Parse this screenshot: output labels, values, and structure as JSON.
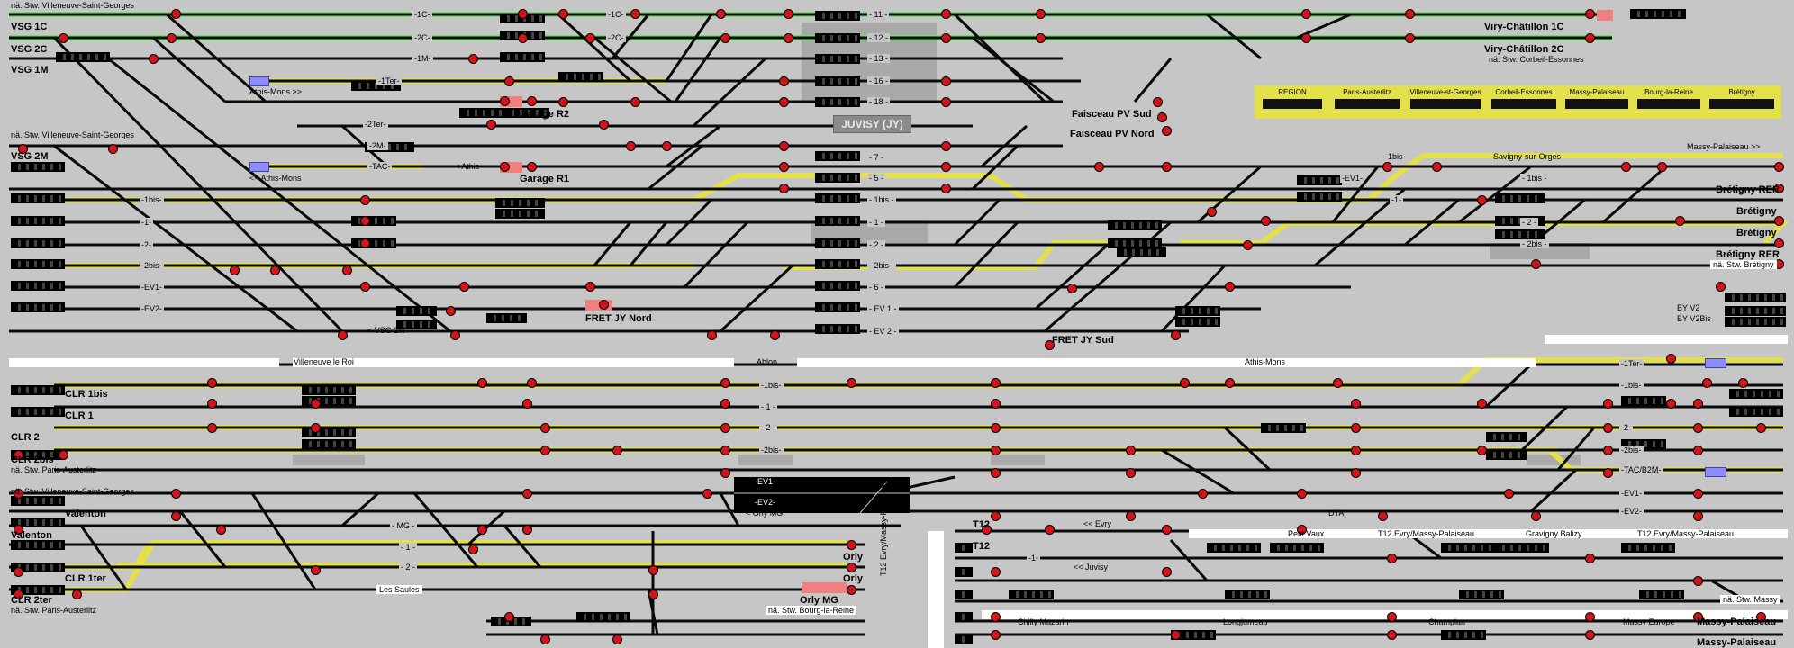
{
  "colors": {
    "background": "#c6c6c6",
    "track_base": "#0a0a0a",
    "track_green": "#6fe06a",
    "track_yellow": "#e3e04c",
    "signal_red": "#d0151b",
    "region_bg": "#e3e04c",
    "alarm_pink": "#f08080",
    "route_blue": "#8c8cff"
  },
  "stations": {
    "vsg1c": "VSG 1C",
    "vsg2c": "VSG 2C",
    "vsg1m": "VSG 1M",
    "vsg2m": "VSG 2M",
    "garage_r2": "Garage R2",
    "garage_r1": "Garage R1",
    "juvisy": "JUVISY (JY)",
    "faisceau_pv_sud": "Faisceau PV Sud",
    "faisceau_pv_nord": "Faisceau PV Nord",
    "viry_1c": "Viry-Châtillon 1C",
    "viry_2c": "Viry-Châtillon 2C",
    "bretigny_rer_1": "Brétigny RER",
    "bretigny_1": "Brétigny",
    "bretigny_2": "Brétigny",
    "bretigny_rer_2": "Brétigny RER",
    "fret_jy_nord": "FRET JY Nord",
    "fret_jy_sud": "FRET JY Sud",
    "clr1bis": "CLR 1bis",
    "clr1": "CLR 1",
    "clr2": "CLR 2",
    "clr2bis": "CLR 2bis",
    "valenton_1": "Valenton",
    "valenton_2": "Valenton",
    "clr1ter": "CLR 1ter",
    "clr2ter": "CLR 2ter",
    "orly_1": "Orly",
    "orly_2": "Orly",
    "orly_mg": "Orly MG",
    "t12_1": "T12",
    "t12_2": "T12",
    "massy_palaiseau_1": "Massy-Palaiseau",
    "massy_palaiseau_2": "Massy-Palaiseau"
  },
  "small_labels": {
    "na_vsg_top": "nä. Stw. Villeneuve-Saint-Georges",
    "na_vsg_mid": "nä. Stw. Villeneuve-Saint-Georges",
    "na_vsg_low": "nä. Stw. Villeneuve-Saint-Georges",
    "na_corbeil": "nä. Stw. Corbeil-Essonnes",
    "na_bretigny": "nä. Stw. Brétigny",
    "na_paris_austerlitz_1": "nä. Stw. Paris-Austerlitz",
    "na_paris_austerlitz_2": "nä. Stw. Paris-Austerlitz",
    "na_bourg_la_reine": "nä. Stw. Bourg-la-Reine",
    "na_massy": "nä. Stw. Massy",
    "athis_mons_out": "Athis-Mons >>",
    "athis_mons_in": "<< Athis-Mons",
    "athis_short": "< Athis",
    "vsg2m_short": "< VSG 2M",
    "massy_palaiseau_out": "Massy-Palaiseau >>",
    "savigny": "Savigny-sur-Orges",
    "by_v2": "BY V2",
    "by_v2bis": "BY V2Bis",
    "orly_mg_short": "< Orly MG",
    "evry_in": "<< Evry",
    "juvisy_in": "<< Juvisy",
    "t12_evry_vertical": "T12 Evry/Massy-Palaiseau",
    "dta": "DTA"
  },
  "band_labels": {
    "villeneuve_le_roi": "Villeneuve le Roi",
    "ablon": "Ablon",
    "athis_mons": "Athis-Mons",
    "petit_vaux": "Petit Vaux",
    "t12_evry_1": "T12 Evry/Massy-Palaiseau",
    "gravigny": "Gravigny Balizy",
    "t12_evry_2": "T12 Evry/Massy-Palaiseau",
    "chilly": "Chilly Mazarin",
    "longjumeau": "Longjumeau",
    "champlan": "Champlan",
    "massy_europe": "Massy  Europe",
    "les_saules": "Les Saules"
  },
  "tracks": {
    "t_1c": "-1C-",
    "t_2c": "-2C-",
    "t_1m": "-1M-",
    "t_2m": "-2M-",
    "t_1ter": "-1Ter-",
    "t_2ter": "-2Ter-",
    "t_tac": "-TAC-",
    "t_1c_r": "-1C-",
    "t_2c_r": "-2C-",
    "t_11": "- 11 -",
    "t_12": "- 12 -",
    "t_13": "- 13 -",
    "t_16": "- 16 -",
    "t_18": "- 18 -",
    "t_7": "- 7 -",
    "t_5": "- 5 -",
    "t_1bis_c": "- 1bis -",
    "t_1_c": "- 1 -",
    "t_2_c": "- 2 -",
    "t_2bis_c": "- 2bis -",
    "t_6": "- 6 -",
    "t_ev1_c": "- EV 1 -",
    "t_ev2_c": "- EV 2 -",
    "t_1bis_l": "-1bis-",
    "t_1_l": "-1-",
    "t_2_l": "-2-",
    "t_2bis_l": "-2bis-",
    "t_ev1_l": "-EV1-",
    "t_ev2_l": "-EV2-",
    "t_1bis_r": "-1bis-",
    "t_ev1_r": "-EV1-",
    "t_1bis_r2": "- 1bis -",
    "t_1_r": "-1-",
    "t_2_r": "- 2 -",
    "t_2bis_r": "- 2bis -",
    "b_1ter": "-1Ter-",
    "b_1bis": "-1bis-",
    "b_1bis_c": "-1bis-",
    "b_1_c": "- 1 -",
    "b_2_c": "- 2 -",
    "b_2bis_c": "-2bis-",
    "b_2_r": "-2-",
    "b_2bis_r": "-2bis-",
    "b_tac": "-TAC/B2M-",
    "b_ev1": "-EV1-",
    "b_ev2": "-EV2-",
    "b_ev1_l": "-EV1-",
    "b_ev2_l": "-EV2-",
    "b_mg": "- MG -",
    "b_1": "- 1 -",
    "b_2": "- 2 -",
    "b_1_t12": "-1-"
  },
  "region_panel": {
    "items": [
      "REGION",
      "Paris-Austerlitz",
      "Villeneuve-st-Georges",
      "Corbeil-Essonnes",
      "Massy-Palaiseau",
      "Bourg-la-Reine",
      "Brétigny"
    ]
  }
}
